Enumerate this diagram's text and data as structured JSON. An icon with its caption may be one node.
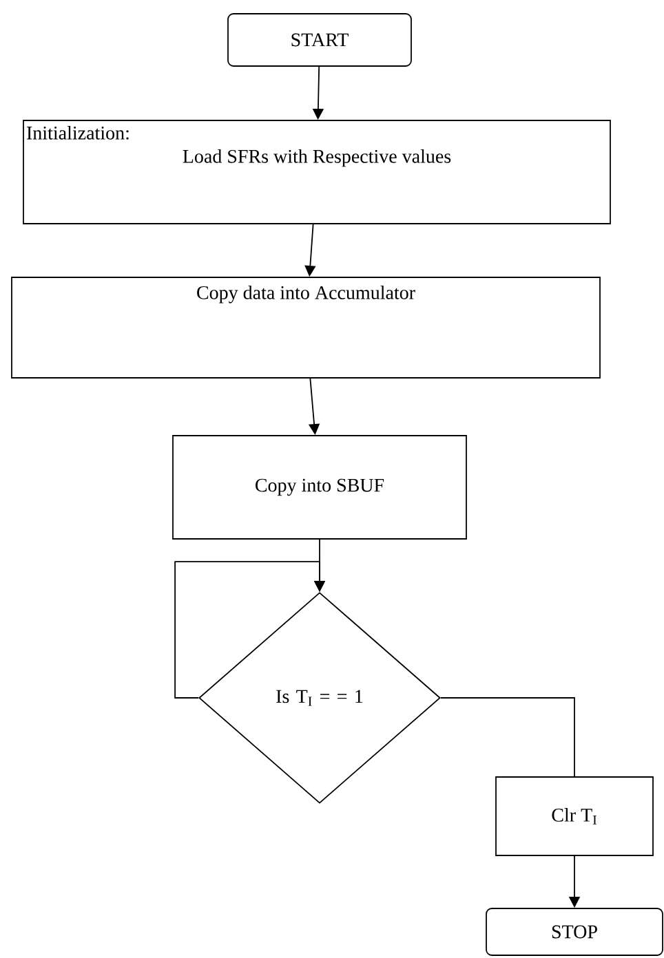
{
  "diagram": {
    "nodes": [
      {
        "text": [
          "START"
        ]
      },
      {
        "text": [
          "Initialization:",
          "Load SFRs with Respective values"
        ]
      },
      {
        "text": [
          "Copy data into Accumulator"
        ]
      },
      {
        "text": [
          "Copy into SBUF"
        ]
      },
      {
        "text": [
          "Is T$_{I}$ = = 1"
        ]
      },
      {
        "text": [
          "Clr T$_{I}$"
        ]
      },
      {
        "text": [
          "STOP"
        ]
      }
    ],
    "edges": [
      {
        "from": 0,
        "to": 1,
        "arrow": "to"
      },
      {
        "from": 1,
        "to": 2,
        "arrow": "to"
      },
      {
        "from": 2,
        "to": 3,
        "arrow": "to"
      },
      {
        "from": 3,
        "to": 4,
        "arrow": "to"
      },
      {
        "from": 4,
        "to": 4,
        "arrow": "to"
      },
      {
        "from": 4,
        "to": 5,
        "arrow": "none"
      },
      {
        "from": 5,
        "to": 6,
        "arrow": "to"
      }
    ]
  }
}
